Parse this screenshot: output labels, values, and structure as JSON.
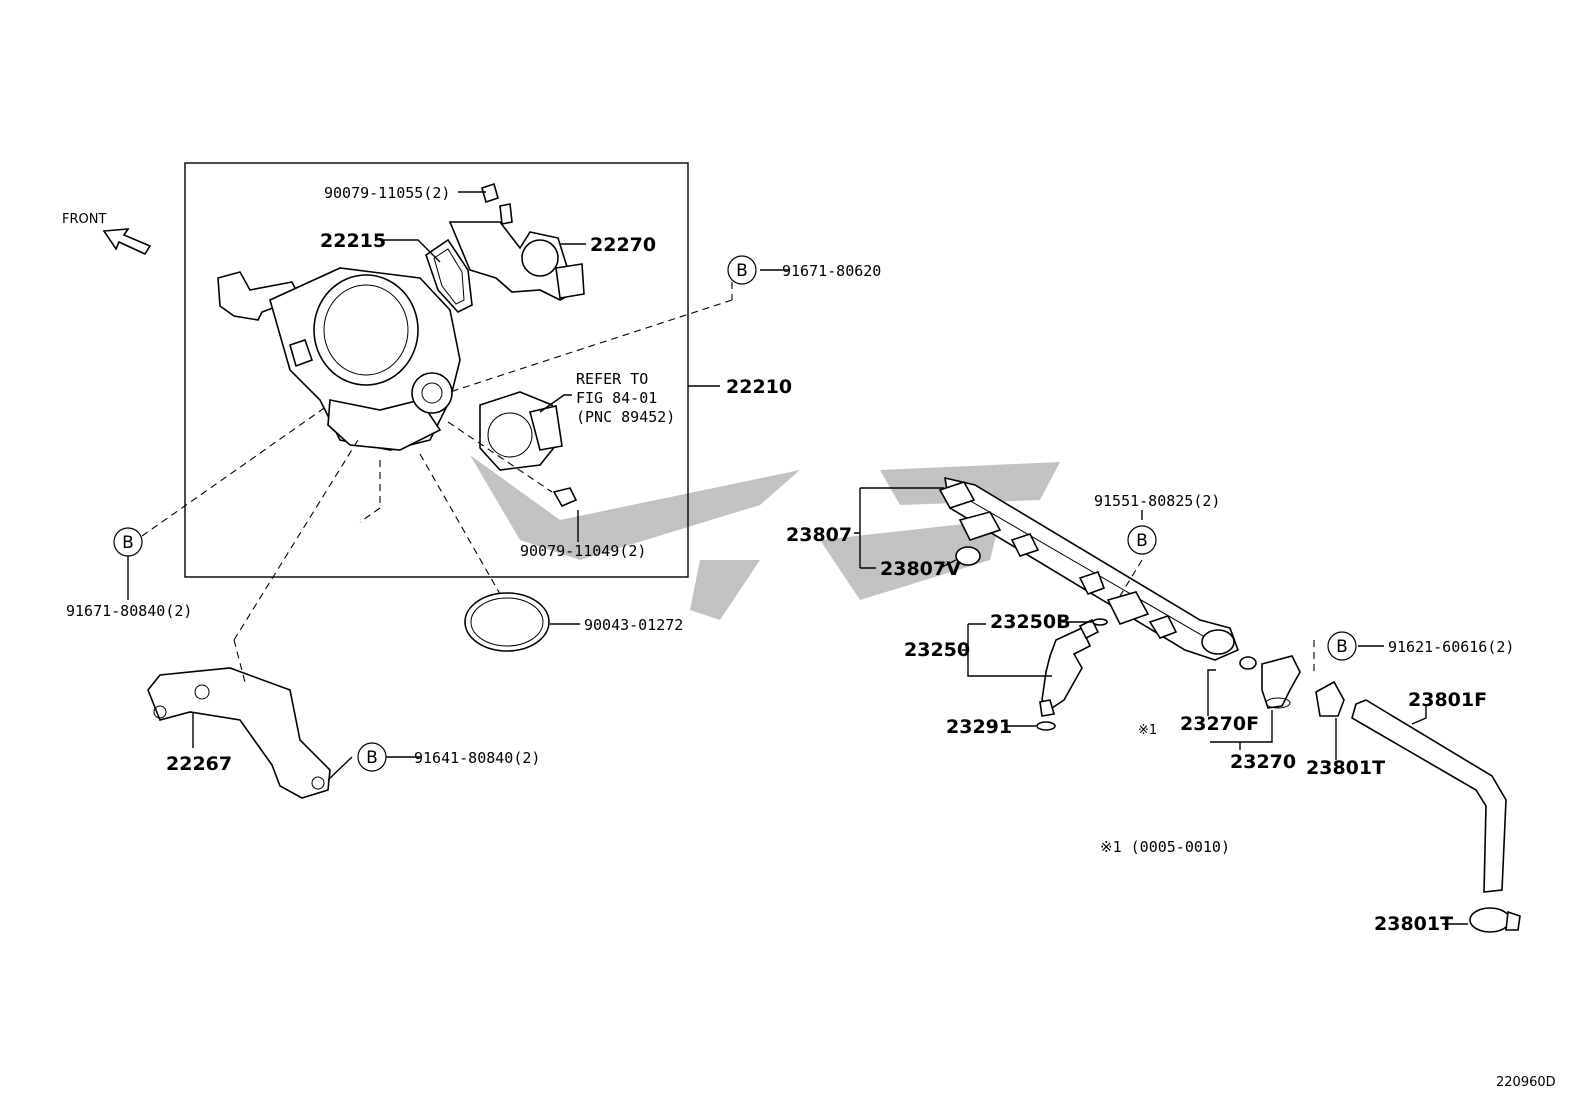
{
  "diagram_id": "220960D",
  "front_label": "FRONT",
  "callout_b": "B",
  "refer": {
    "line1": "REFER TO",
    "line2": "FIG 84-01",
    "line3": "(PNC 89452)"
  },
  "note": "※1 (0005-0010)",
  "note_mark": "※1",
  "parts": {
    "p90079_11055": "90079-11055(2)",
    "p22215": "22215",
    "p22270": "22270",
    "p91671_80620": "91671-80620",
    "p22210": "22210",
    "p90079_11049": "90079-11049(2)",
    "p91671_80840": "91671-80840(2)",
    "p90043_01272": "90043-01272",
    "p22267": "22267",
    "p91641_80840": "91641-80840(2)",
    "p23807": "23807",
    "p23807V": "23807V",
    "p91551_80825": "91551-80825(2)",
    "p23250B": "23250B",
    "p23250": "23250",
    "p23291": "23291",
    "p23270F": "23270F",
    "p23270": "23270",
    "p91621_60616": "91621-60616(2)",
    "p23801F": "23801F",
    "p23801T_a": "23801T",
    "p23801T_b": "23801T"
  }
}
